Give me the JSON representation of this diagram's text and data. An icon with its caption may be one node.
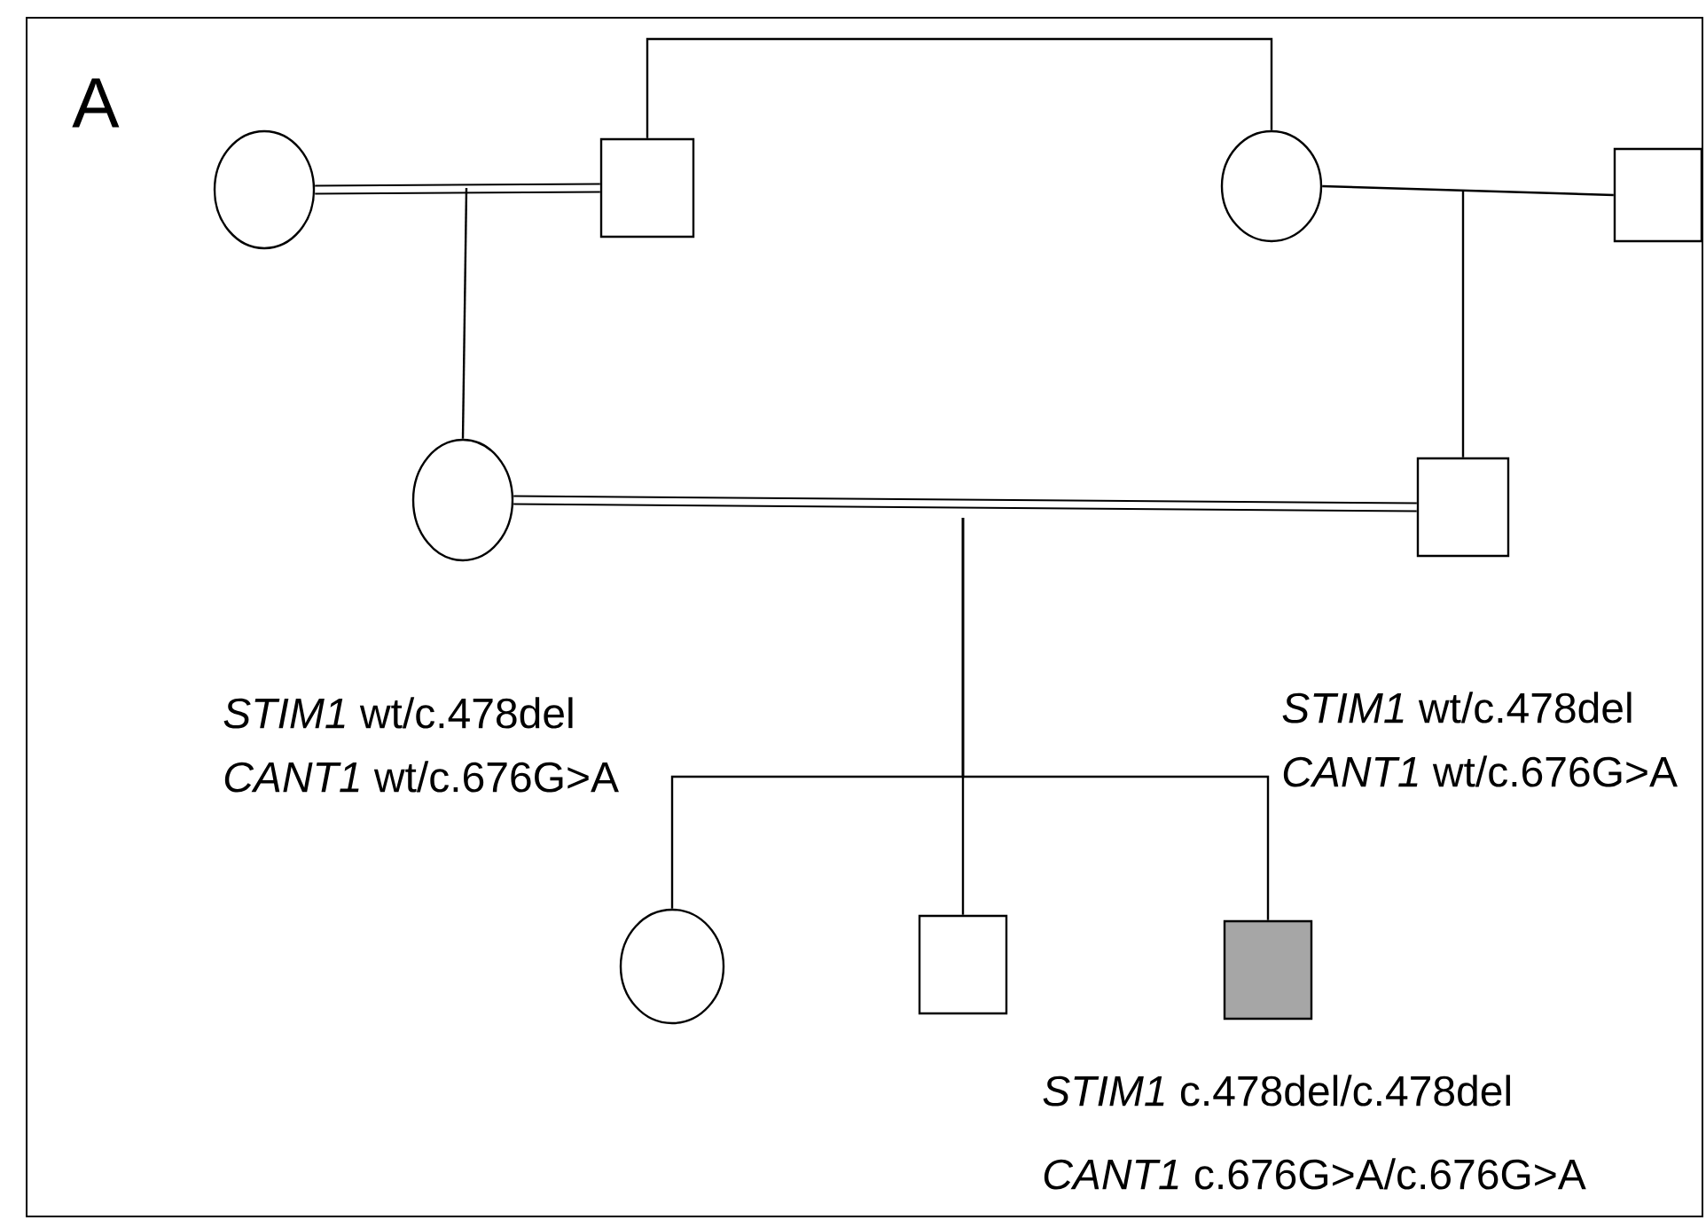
{
  "diagram": {
    "nodes": [
      {
        "text": [],
        "shape": "circle"
      },
      {
        "text": [],
        "shape": "box"
      },
      {
        "text": [],
        "shape": "circle"
      },
      {
        "text": [],
        "shape": "box"
      },
      {
        "text": [],
        "shape": "circle",
        "beside": [
          "*STIM1* wt/c.478del",
          "*CANT1* wt/c.676G>A"
        ]
      },
      {
        "text": [],
        "shape": "box",
        "beside": [
          "*STIM1* wt/c.478del",
          "*CANT1* wt/c.676G>A"
        ]
      },
      {
        "text": [],
        "shape": "circle"
      },
      {
        "text": [],
        "shape": "box"
      },
      {
        "text": [],
        "shape": "filled-box",
        "beside": [
          "*STIM1* c.478del/c.478del",
          "*CANT1* c.676G>A/c.676G>A"
        ]
      }
    ],
    "edges": [
      {
        "from": 0,
        "to": 1,
        "arrow": "none",
        "style": "thick"
      },
      {
        "from": 1,
        "to": 2,
        "arrow": "none"
      },
      {
        "from": 2,
        "to": 3,
        "arrow": "none"
      },
      {
        "from": null,
        "to": 4,
        "arrow": "none"
      },
      {
        "from": null,
        "to": 5,
        "arrow": "none"
      },
      {
        "from": 4,
        "to": 5,
        "arrow": "none",
        "style": "thick"
      },
      {
        "from": null,
        "to": 6,
        "arrow": "none"
      },
      {
        "from": null,
        "to": 7,
        "arrow": "none"
      },
      {
        "from": null,
        "to": 8,
        "arrow": "none"
      }
    ],
    "labels": [
      "A"
    ]
  }
}
